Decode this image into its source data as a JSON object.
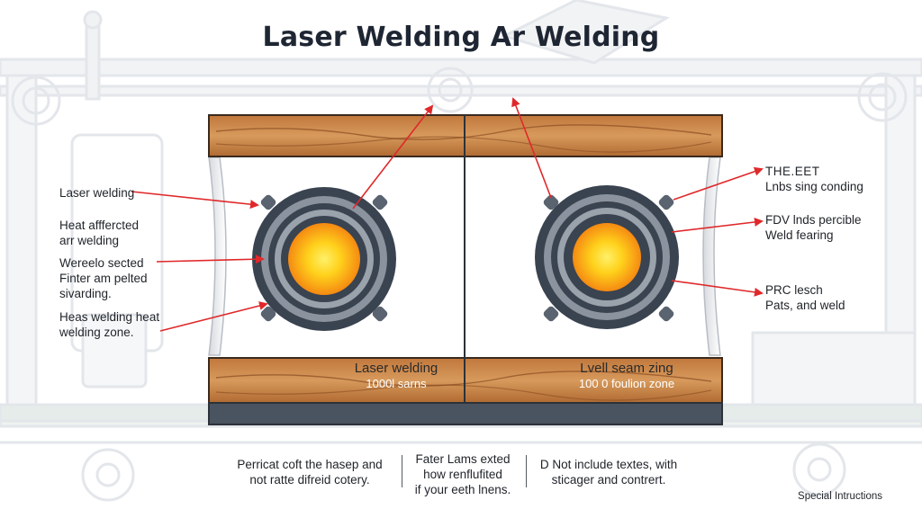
{
  "title": "Laser Welding Ar Welding",
  "left_labels": [
    {
      "line1": "Laser welding",
      "line2": ""
    },
    {
      "line1": "Heat afffercted",
      "line2": "arr welding"
    },
    {
      "line1": "Wereelo sected",
      "line2": "Finter am pelted",
      "line3": "sivarding."
    },
    {
      "line1": "Heas welding heat",
      "line2": "welding zone."
    }
  ],
  "right_labels": [
    {
      "line1": "THE.EET",
      "line2": "Lnbs sing conding"
    },
    {
      "line1": "FDV lnds percible",
      "line2": "Weld fearing"
    },
    {
      "line1": "PRC lesch",
      "line2": "Pats, and weld"
    }
  ],
  "panels": [
    {
      "caption": "Laser welding",
      "subcaption": "1000l sarns"
    },
    {
      "caption": "Lvell seam zing",
      "subcaption": "100 0 foulion zone"
    }
  ],
  "bottom_notes": [
    {
      "line1": "Perricat coft the hasep and",
      "line2": "not ratte difreid cotery."
    },
    {
      "line1": "Fater Lams exted",
      "line2": "how renflufited",
      "line3": "if your eeth lnens."
    },
    {
      "line1": "D Not include textes, with",
      "line2": "sticager and contrert."
    }
  ],
  "footer": "Special Intructions",
  "colors": {
    "wood_light": "#c98a4e",
    "wood_dark": "#9a5a2a",
    "ring_dark": "#3a4350",
    "ring_mid": "#8b939e",
    "arrow_red": "#e0282a",
    "core_yellow": "#ffd21c",
    "core_orange": "#f58a12",
    "base_steel": "#4a5360"
  }
}
